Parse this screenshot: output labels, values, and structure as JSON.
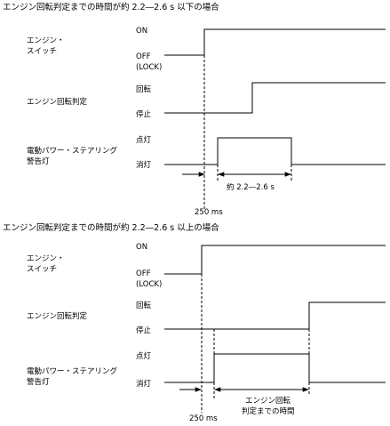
{
  "sections": [
    {
      "title": "エンジン回転判定までの時間が約 2.2―2.6 s 以下の場合",
      "signals": {
        "switch": {
          "label_line1": "エンジン・",
          "label_line2": "スイッチ",
          "high": "ON",
          "low_line1": "OFF",
          "low_line2": "(LOCK)"
        },
        "engine": {
          "label": "エンジン回転判定",
          "high": "回転",
          "low": "停止"
        },
        "warning": {
          "label_line1": "電動パワー・ステアリング",
          "label_line2": "警告灯",
          "high": "点灯",
          "low": "消灯"
        }
      },
      "delay_label": "250 ms",
      "duration_label": "約 2.2―2.6 s"
    },
    {
      "title": "エンジン回転判定までの時間が約 2.2―2.6 s 以上の場合",
      "signals": {
        "switch": {
          "label_line1": "エンジン・",
          "label_line2": "スイッチ",
          "high": "ON",
          "low_line1": "OFF",
          "low_line2": "(LOCK)"
        },
        "engine": {
          "label": "エンジン回転判定",
          "high": "回転",
          "low": "停止"
        },
        "warning": {
          "label_line1": "電動パワー・ステアリング",
          "label_line2": "警告灯",
          "high": "点灯",
          "low": "消灯"
        }
      },
      "delay_label": "250 ms",
      "duration_line1": "エンジン回転",
      "duration_line2": "判定までの時間"
    }
  ]
}
